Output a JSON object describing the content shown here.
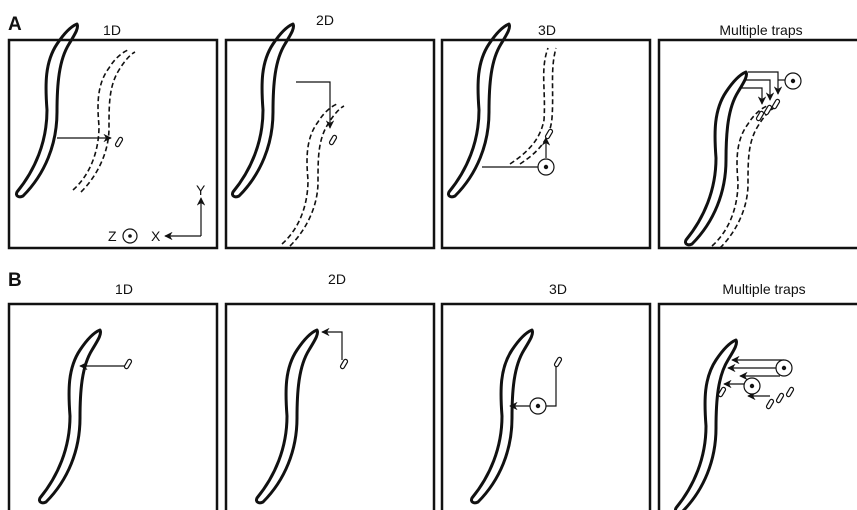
{
  "rows": [
    {
      "letter": "A",
      "titles": [
        "1D",
        "2D",
        "3D",
        "Multiple traps"
      ]
    },
    {
      "letter": "B",
      "titles": [
        "1D",
        "2D",
        "3D",
        "Multiple traps"
      ]
    }
  ],
  "axes": {
    "y": "Y",
    "x": "X",
    "z": "Z"
  }
}
